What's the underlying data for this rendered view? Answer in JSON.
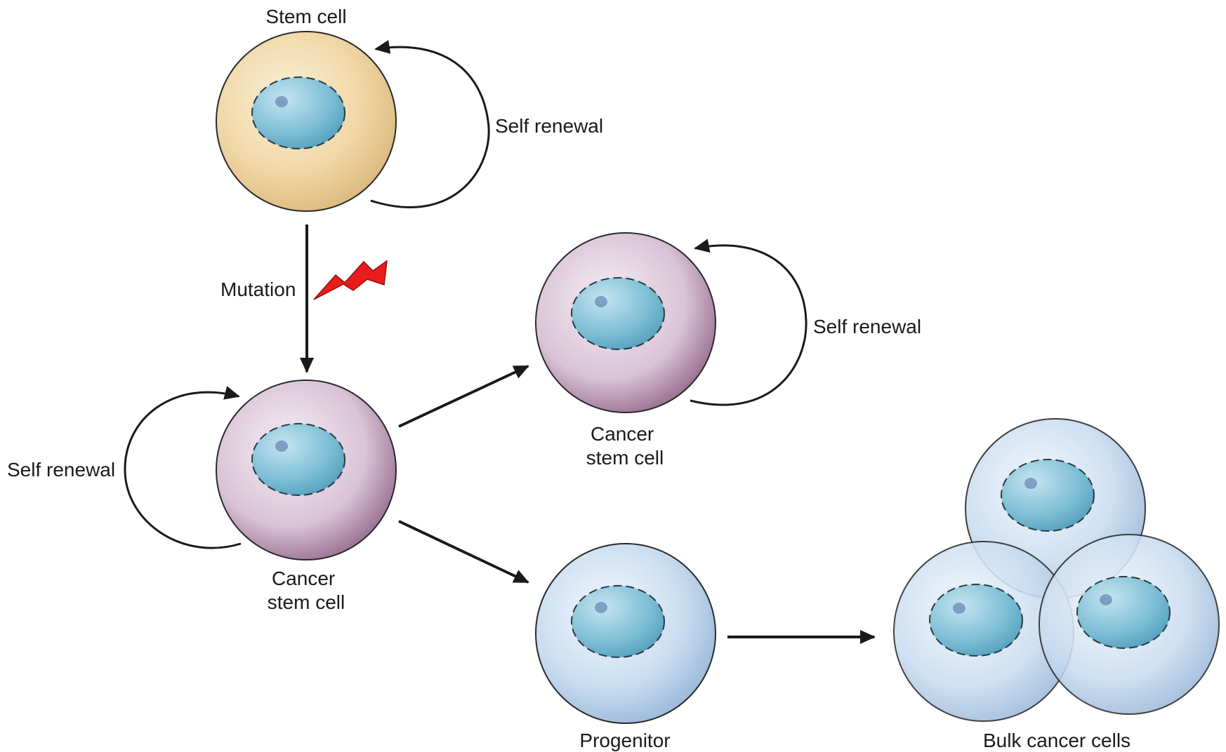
{
  "labels": {
    "stem_cell": "Stem cell",
    "self_renewal_top": "Self renewal",
    "mutation": "Mutation",
    "self_renewal_left": "Self renewal",
    "self_renewal_right": "Self renewal",
    "cancer_stem_cell_left": [
      "Cancer",
      "stem cell"
    ],
    "cancer_stem_cell_right": [
      "Cancer",
      "stem cell"
    ],
    "progenitor": "Progenitor",
    "bulk_cancer_cells": "Bulk cancer cells"
  },
  "colors": {
    "stem_cell": "#f0d6a4",
    "cancer_stem_cell": "#d9c3d6",
    "progenitor_cell": "#c8dcf0",
    "nucleus": "#7fbfd6",
    "mutation_bolt": "#e81c1c",
    "outline": "#2a2a2a"
  },
  "icons": {
    "mutation": "lightning-bolt-icon"
  }
}
